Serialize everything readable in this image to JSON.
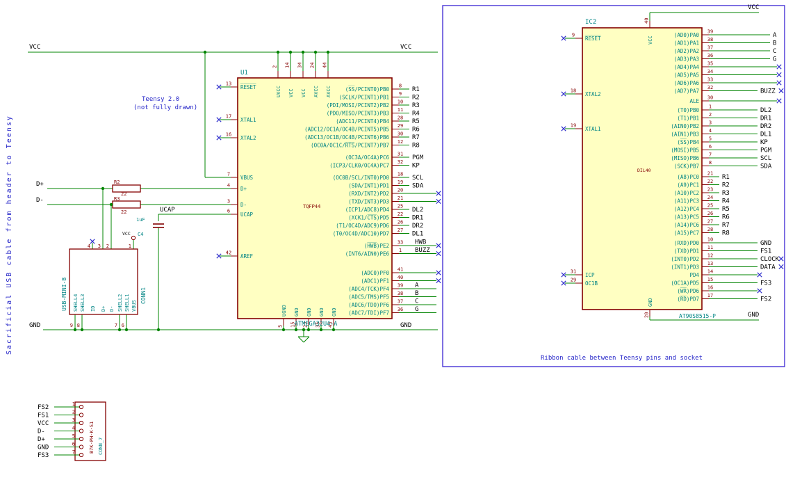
{
  "nets": {
    "vcc": "VCC",
    "gnd": "GND",
    "dplus": "D+",
    "dminus": "D-",
    "ucap": "UCAP"
  },
  "notes": {
    "left_vertical": "Sacrificial USB cable from header to Teensy",
    "teensy_title": "Teensy 2.0",
    "teensy_subtitle": "(not fully drawn)",
    "ribbon_caption": "Ribbon cable between Teensy pins and socket"
  },
  "u1": {
    "ref": "U1",
    "value": "ATMEGA32U4-A",
    "footprint": "TQFP44",
    "left_pins": [
      {
        "name": "R̅E̅S̅E̅T̅",
        "num": "13",
        "nc": true
      },
      {
        "name": "XTAL1",
        "num": "17",
        "nc": true
      },
      {
        "name": "XTAL2",
        "num": "16",
        "nc": true
      },
      {
        "name": "VBUS",
        "num": "7"
      },
      {
        "name": "D+",
        "num": "4"
      },
      {
        "name": "D-",
        "num": "3"
      },
      {
        "name": "UCAP",
        "num": "6"
      },
      {
        "name": "AREF",
        "num": "42",
        "nc": true
      }
    ],
    "top_pins": [
      {
        "name": "UVCC",
        "num": "2"
      },
      {
        "name": "VCC",
        "num": "14"
      },
      {
        "name": "VCC",
        "num": "34"
      },
      {
        "name": "AVCC",
        "num": "24"
      },
      {
        "name": "AVCC",
        "num": "44"
      }
    ],
    "bottom_pins": [
      {
        "name": "UGND",
        "num": "5"
      },
      {
        "name": "GND",
        "num": "15"
      },
      {
        "name": "GND",
        "num": "23"
      },
      {
        "name": "GND",
        "num": "35"
      },
      {
        "name": "GND",
        "num": "43"
      }
    ],
    "right_groups": [
      [
        {
          "name": "(S̅S̅/PCINT0)PB0",
          "num": "8",
          "label": "R1"
        },
        {
          "name": "(SCLK/PCINT1)PB1",
          "num": "9",
          "label": "R2"
        },
        {
          "name": "(PDI/MOSI/PCINT2)PB2",
          "num": "10",
          "label": "R3"
        },
        {
          "name": "(PDO/MISO/PCINT3)PB3",
          "num": "11",
          "label": "R4"
        },
        {
          "name": "(ADC11/PCINT4)PB4",
          "num": "28",
          "label": "R5"
        },
        {
          "name": "(ADC12/OC1A/OC4B/PCINT5)PB5",
          "num": "29",
          "label": "R6"
        },
        {
          "name": "(ADC13/OC1B/OC4B/PCINT6)PB6",
          "num": "30",
          "label": "R7"
        },
        {
          "name": "(OC0A/OC1C/R̅T̅S̅/PCINT7)PB7",
          "num": "12",
          "label": "R8"
        }
      ],
      [
        {
          "name": "(OC3A/OC4A)PC6",
          "num": "31",
          "label": "PGM"
        },
        {
          "name": "(ICP3/CLK0/OC4A)PC7",
          "num": "32",
          "label": "KP"
        }
      ],
      [
        {
          "name": "(OC0B/SCL/INT0)PD0",
          "num": "18",
          "label": "SCL"
        },
        {
          "name": "(SDA/INT1)PD1",
          "num": "19",
          "label": "SDA"
        },
        {
          "name": "(RXD/INT2)PD2",
          "num": "20",
          "style": "l",
          "nc": true
        },
        {
          "name": "(TXD/INT3)PD3",
          "num": "21",
          "style": "l",
          "nc": true
        },
        {
          "name": "(ICP1/ADC8)PD4",
          "num": "25",
          "label": "DL2"
        },
        {
          "name": "(XCK1/C̅T̅S̅)PD5",
          "num": "22",
          "label": "DR1"
        },
        {
          "name": "(T1/OC4D/ADC9)PD6",
          "num": "26",
          "label": "DR2"
        },
        {
          "name": "(T0/OC4D/ADC10)PD7",
          "num": "27",
          "label": "DL1"
        }
      ],
      [
        {
          "name": "(H̅W̅B̅)PE2",
          "num": "33",
          "label": "HWB",
          "style": "l",
          "nc": true
        },
        {
          "name": "(INT6/AIN0)PE6",
          "num": "1",
          "label": "BUZZ",
          "style": "l",
          "nc": true
        }
      ],
      [
        {
          "name": "(ADC0)PF0",
          "num": "41",
          "style": "l",
          "nc": true
        },
        {
          "name": "(ADC1)PF1",
          "num": "40",
          "style": "l",
          "nc": true
        },
        {
          "name": "(ADC4/TCK)PF4",
          "num": "39",
          "label": "A",
          "style": "l"
        },
        {
          "name": "(ADC5/TMS)PF5",
          "num": "38",
          "label": "B",
          "style": "l"
        },
        {
          "name": "(ADC6/TDO)PF6",
          "num": "37",
          "label": "C",
          "style": "l"
        },
        {
          "name": "(ADC7/TDI)PF7",
          "num": "36",
          "label": "G",
          "style": "l"
        }
      ]
    ]
  },
  "ic2": {
    "ref": "IC2",
    "value": "AT90S8515-P",
    "footprint": "DIL40",
    "left_pins": [
      {
        "name": "R̅E̅S̅E̅T̅",
        "num": "9",
        "nc": true
      },
      {
        "name": "XTAL2",
        "num": "18",
        "nc": true
      },
      {
        "name": "XTAL1",
        "num": "19",
        "nc": true
      },
      {
        "name": "ICP",
        "num": "31",
        "nc": true
      },
      {
        "name": "OC1B",
        "num": "29",
        "nc": true
      }
    ],
    "top_pins": [
      {
        "name": "VCC",
        "num": "40"
      }
    ],
    "bottom_pins": [
      {
        "name": "GND",
        "num": "20"
      }
    ],
    "right_groups": [
      [
        {
          "name": "(AD0)PA0",
          "num": "39",
          "label": "A",
          "style": "l"
        },
        {
          "name": "(AD1)PA1",
          "num": "38",
          "label": "B",
          "style": "l"
        },
        {
          "name": "(AD2)PA2",
          "num": "37",
          "label": "C",
          "style": "l"
        },
        {
          "name": "(AD3)PA3",
          "num": "36",
          "label": "G",
          "style": "l"
        },
        {
          "name": "(AD4)PA4",
          "num": "35",
          "style": "x",
          "nc": true
        },
        {
          "name": "(AD5)PA5",
          "num": "34",
          "style": "x",
          "nc": true
        },
        {
          "name": "(AD6)PA6",
          "num": "33",
          "style": "x",
          "nc": true
        },
        {
          "name": "(AD7)PA7",
          "num": "32",
          "label": "BUZZ",
          "style": "m",
          "nc": true
        }
      ],
      [
        {
          "name": "ALE",
          "num": "30",
          "style": "x",
          "nc": true
        }
      ],
      [
        {
          "name": "(T0)PB0",
          "num": "1",
          "label": "DL2",
          "style": "m"
        },
        {
          "name": "(T1)PB1",
          "num": "2",
          "label": "DR1",
          "style": "m"
        },
        {
          "name": "(AIN0)PB2",
          "num": "3",
          "label": "DR2",
          "style": "m"
        },
        {
          "name": "(AIN1)PB3",
          "num": "4",
          "label": "DL1",
          "style": "m"
        },
        {
          "name": "(S̅S̅)PB4",
          "num": "5",
          "label": "KP",
          "style": "m"
        },
        {
          "name": "(MOSI)PB5",
          "num": "6",
          "label": "PGM",
          "style": "m"
        },
        {
          "name": "(MISO)PB6",
          "num": "7",
          "label": "SCL",
          "style": "m"
        },
        {
          "name": "(SCK)PB7",
          "num": "8",
          "label": "SDA",
          "style": "m"
        }
      ],
      [
        {
          "name": "(A8)PC0",
          "num": "21",
          "label": "R1",
          "style": "s"
        },
        {
          "name": "(A9)PC1",
          "num": "22",
          "label": "R2",
          "style": "s"
        },
        {
          "name": "(A10)PC2",
          "num": "23",
          "label": "R3",
          "style": "s"
        },
        {
          "name": "(A11)PC3",
          "num": "24",
          "label": "R4",
          "style": "s"
        },
        {
          "name": "(A12)PC4",
          "num": "25",
          "label": "R5",
          "style": "s"
        },
        {
          "name": "(A13)PC5",
          "num": "26",
          "label": "R6",
          "style": "s"
        },
        {
          "name": "(A14)PC6",
          "num": "27",
          "label": "R7",
          "style": "s"
        },
        {
          "name": "(A15)PC7",
          "num": "28",
          "label": "R8",
          "style": "s"
        }
      ],
      [
        {
          "name": "(RXD)PD0",
          "num": "10",
          "label": "GND",
          "style": "m"
        },
        {
          "name": "(TXD)PD1",
          "num": "11",
          "label": "FS1",
          "style": "m"
        },
        {
          "name": "(INT0)PD2",
          "num": "12",
          "label": "CLOCK",
          "style": "m",
          "nc": true
        },
        {
          "name": "(INT1)PD3",
          "num": "13",
          "label": "DATA",
          "style": "m",
          "nc": true
        },
        {
          "name": "PD4",
          "num": "14",
          "style": "m",
          "nc": true
        },
        {
          "name": "(OC1A)PD5",
          "num": "15",
          "label": "FS3",
          "style": "m"
        },
        {
          "name": "(W̅R̅)PD6",
          "num": "16",
          "style": "m",
          "nc": true
        },
        {
          "name": "(R̅D̅)PD7",
          "num": "17",
          "label": "FS2",
          "style": "m"
        }
      ]
    ]
  },
  "usb": {
    "ref": "CONN1",
    "value": "USB-MINI-B",
    "pins": [
      {
        "name": "SHELL4",
        "num": "9",
        "row": "shell"
      },
      {
        "name": "SHELL3",
        "num": "8",
        "row": "shell"
      },
      {
        "name": "ID",
        "num": "4",
        "row": "signal",
        "nc": true
      },
      {
        "name": "D+",
        "num": "3",
        "row": "signal"
      },
      {
        "name": "D-",
        "num": "2",
        "row": "signal"
      },
      {
        "name": "SHELL2",
        "num": "7",
        "row": "shell"
      },
      {
        "name": "SHELL1",
        "num": "6",
        "row": "shell"
      },
      {
        "name": "VBUS",
        "num": "1",
        "row": "signal"
      }
    ]
  },
  "conn7": {
    "value": "CONN_7",
    "footprint": "B7K-PH-K-S1",
    "rows": [
      {
        "label": "FS2",
        "num": "1"
      },
      {
        "label": "FS1",
        "num": "2"
      },
      {
        "label": "VCC",
        "num": "3"
      },
      {
        "label": "D-",
        "num": "4"
      },
      {
        "label": "D+",
        "num": "5"
      },
      {
        "label": "GND",
        "num": "6"
      },
      {
        "label": "FS3",
        "num": "7"
      }
    ]
  },
  "r2": {
    "ref": "R2",
    "value": "22"
  },
  "r3": {
    "ref": "R3",
    "value": "22"
  },
  "c4": {
    "ref": "C4",
    "value": "1uF"
  }
}
